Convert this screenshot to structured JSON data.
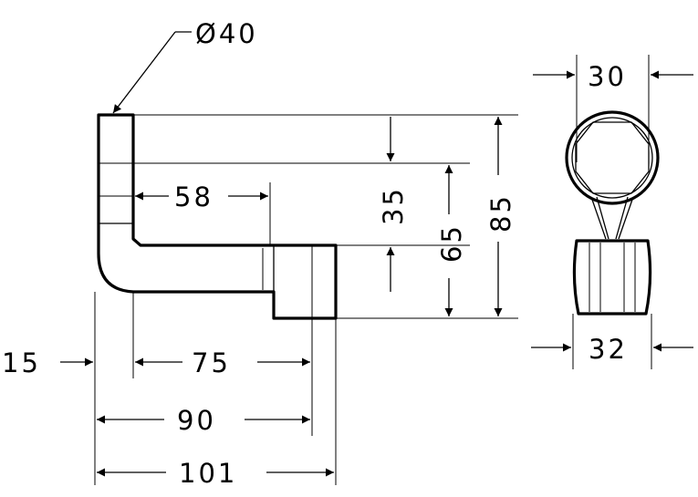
{
  "labels": {
    "diameter": "Ø40",
    "d58": "58",
    "d35": "35",
    "d65": "65",
    "d85": "85",
    "d15": "15",
    "d75": "75",
    "d90": "90",
    "d101": "101",
    "d30": "30",
    "d32": "32"
  }
}
